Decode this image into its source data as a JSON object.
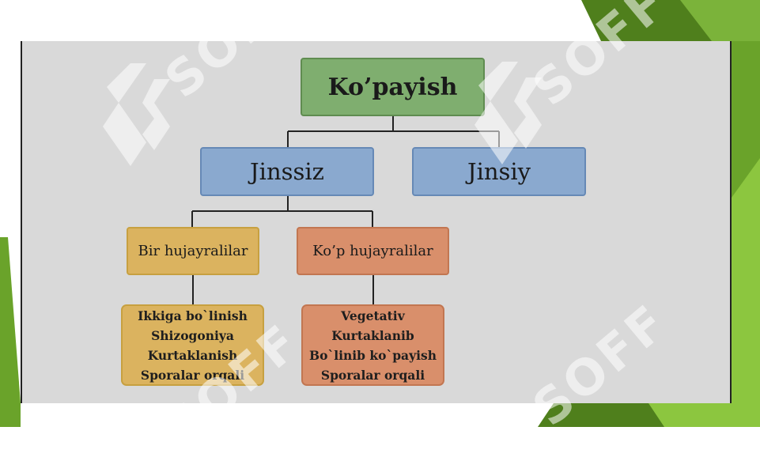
{
  "diagram": {
    "root": "Ko’payish",
    "level1": [
      "Jinssiz",
      "Jinsiy"
    ],
    "level2": [
      "Bir hujayralilar",
      "Ko’p hujayralilar"
    ],
    "list_left": [
      "Ikkiga bo`linish",
      "Shizogoniya",
      "Kurtaklanish",
      "Sporalar orqali"
    ],
    "list_right": [
      "Vegetativ",
      "Kurtaklanib",
      "Bo`linib ko`payish",
      "Sporalar orqali"
    ]
  },
  "watermark": {
    "text": "SOFF"
  },
  "colors": {
    "root_fill": "#7fae6f",
    "blue_fill": "#8aa9cf",
    "yellow_fill": "#dbb35f",
    "orange_fill": "#d98f6b",
    "frame_green": "#6aa32a"
  }
}
